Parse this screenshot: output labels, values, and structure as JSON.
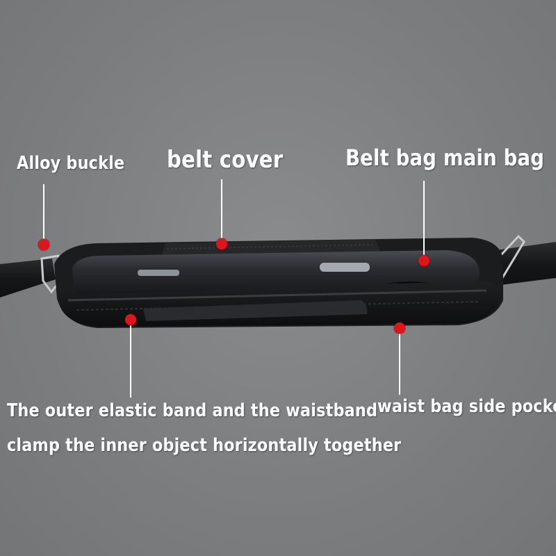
{
  "labels": {
    "alloy_buckle": "Alloy buckle",
    "belt_cover": "belt cover",
    "main_bag": "Belt bag main bag",
    "elastic_line1": "The outer elastic band and the waistband",
    "elastic_line2": "clamp the inner object horizontally together",
    "side_pocket": "waist bag side pocket"
  },
  "colors": {
    "background": "#7e7f81",
    "label_text": "#ffffff",
    "marker": "#e0141c",
    "leader_line": "#ffffff",
    "bag_fabric": "#1e1f21"
  }
}
